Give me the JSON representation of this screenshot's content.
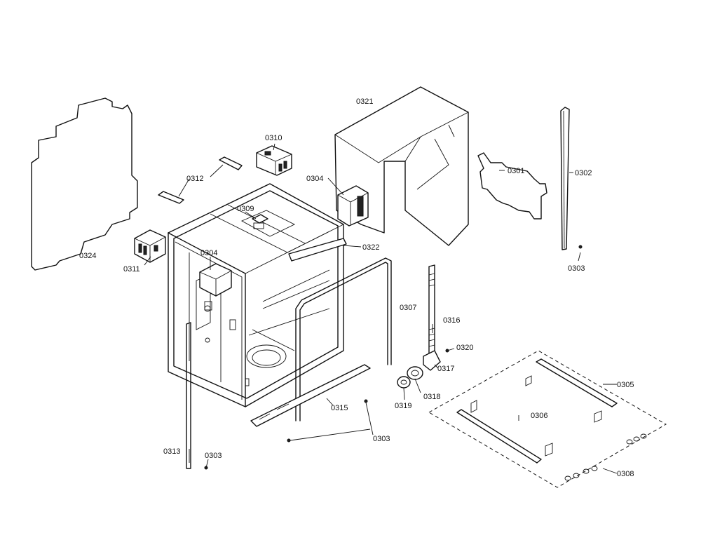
{
  "labels": {
    "p0301": "0301",
    "p0302": "0302",
    "p0303": "0303",
    "p0304": "0304",
    "p0305": "0305",
    "p0306": "0306",
    "p0307": "0307",
    "p0308": "0308",
    "p0309": "0309",
    "p0310": "0310",
    "p0311": "0311",
    "p0312": "0312",
    "p0313": "0313",
    "p0315": "0315",
    "p0316": "0316",
    "p0317": "0317",
    "p0318": "0318",
    "p0319": "0319",
    "p0320": "0320",
    "p0321": "0321",
    "p0322": "0322",
    "p0324": "0324"
  }
}
